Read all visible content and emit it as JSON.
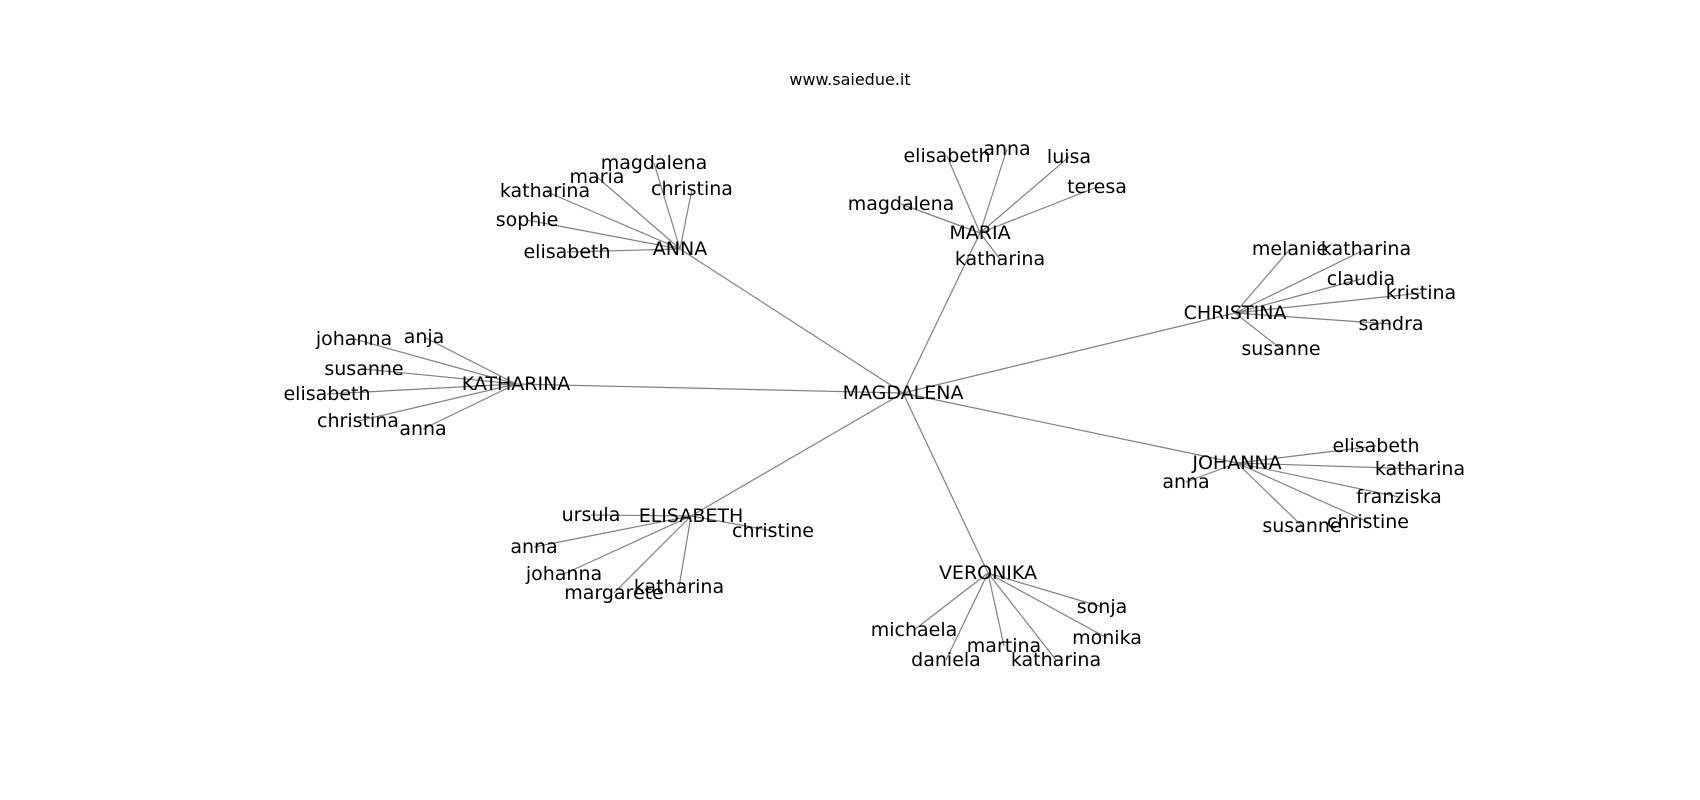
{
  "credit": "www.saiedue.it",
  "style": {
    "edge_color": "#808080",
    "text_color": "#000000",
    "background": "#ffffff"
  },
  "graph": {
    "center": "MAGDALENA",
    "hubs": [
      {
        "name": "ANNA",
        "leaves": [
          "magdalena",
          "maria",
          "christina",
          "katharina",
          "sophie",
          "elisabeth"
        ]
      },
      {
        "name": "MARIA",
        "leaves": [
          "elisabeth",
          "anna",
          "luisa",
          "teresa",
          "magdalena",
          "katharina"
        ]
      },
      {
        "name": "CHRISTINA",
        "leaves": [
          "melanie",
          "katharina",
          "claudia",
          "kristina",
          "sandra",
          "susanne"
        ]
      },
      {
        "name": "KATHARINA",
        "leaves": [
          "johanna",
          "anja",
          "susanne",
          "elisabeth",
          "christina",
          "anna"
        ]
      },
      {
        "name": "JOHANNA",
        "leaves": [
          "elisabeth",
          "katharina",
          "anna",
          "franziska",
          "christine",
          "susanne"
        ]
      },
      {
        "name": "ELISABETH",
        "leaves": [
          "ursula",
          "anna",
          "johanna",
          "margarete",
          "katharina",
          "christine"
        ]
      },
      {
        "name": "VERONIKA",
        "leaves": [
          "sonja",
          "michaela",
          "monika",
          "martina",
          "daniela",
          "katharina"
        ]
      }
    ]
  }
}
